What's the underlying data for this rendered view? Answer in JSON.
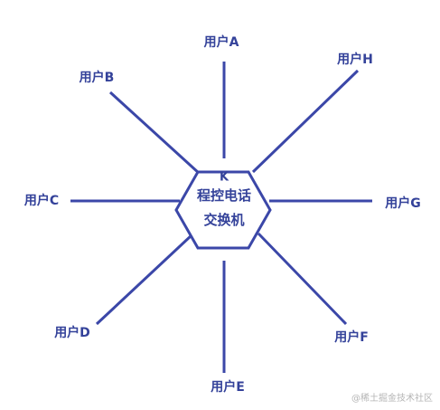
{
  "colors": {
    "line": "#3b47a8",
    "text": "#34429a",
    "watermark": "#b5b5b5"
  },
  "hub": {
    "letter": "K",
    "line1": "程控电话",
    "line2": "交换机"
  },
  "users": [
    {
      "id": "a",
      "label": "用户A"
    },
    {
      "id": "b",
      "label": "用户B"
    },
    {
      "id": "c",
      "label": "用户C"
    },
    {
      "id": "d",
      "label": "用户D"
    },
    {
      "id": "e",
      "label": "用户E"
    },
    {
      "id": "f",
      "label": "用户F"
    },
    {
      "id": "g",
      "label": "用户G"
    },
    {
      "id": "h",
      "label": "用户H"
    }
  ],
  "watermark": "@稀土掘金技术社区"
}
